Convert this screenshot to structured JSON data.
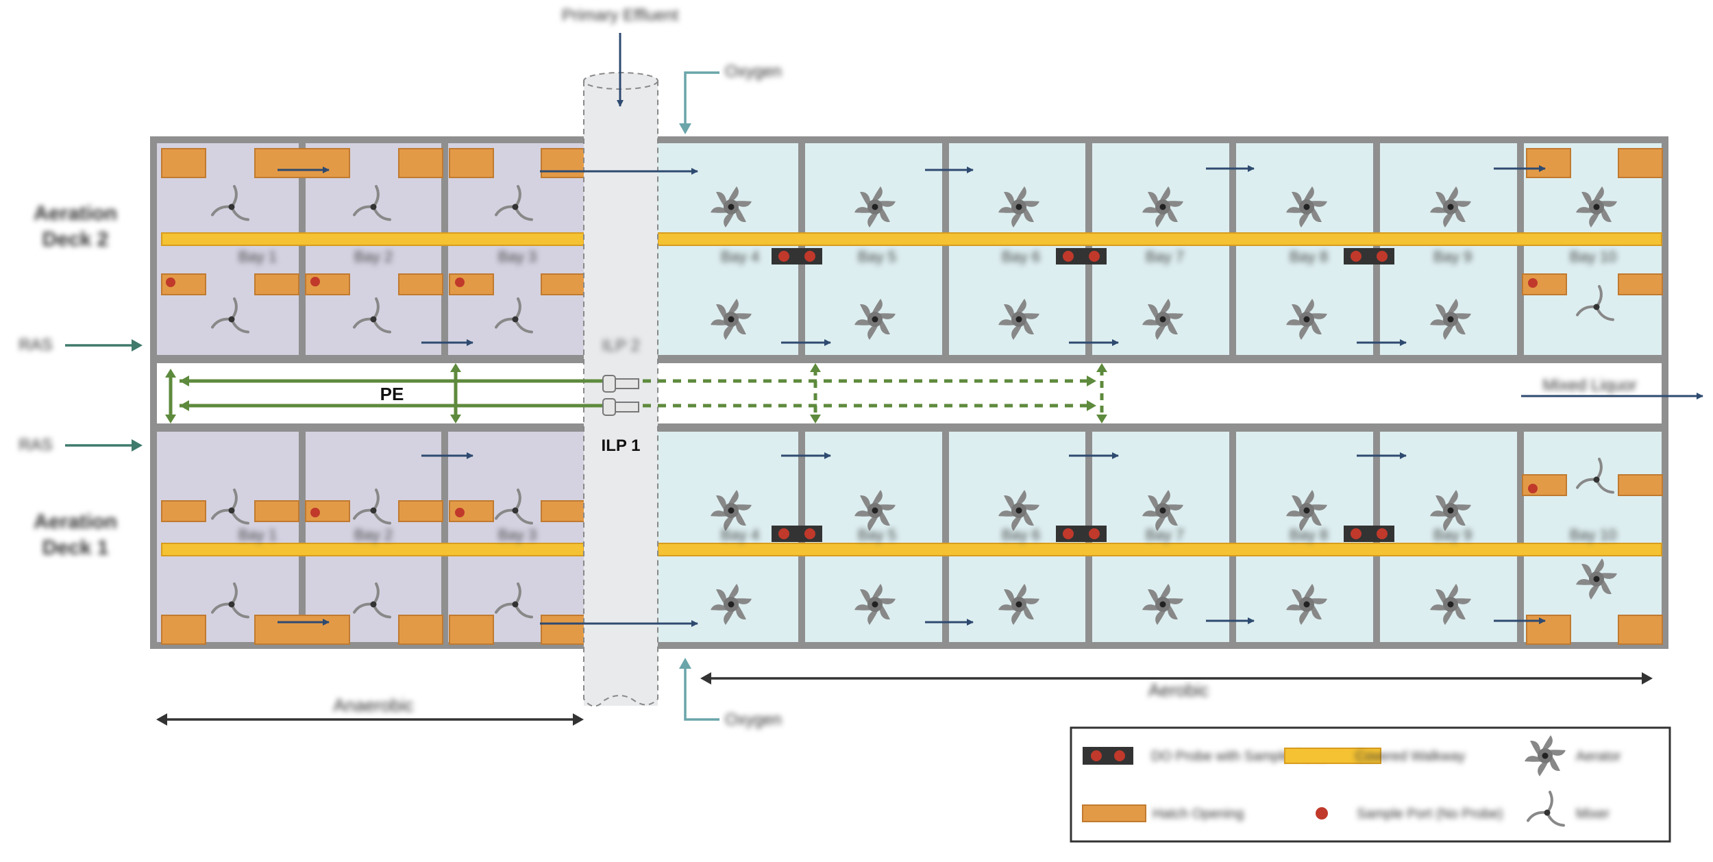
{
  "labels": {
    "top_inflow": "Primary Effluent",
    "oxygen_top": "Oxygen",
    "oxygen_bottom": "Oxygen",
    "deck2": "Aeration Deck 2",
    "deck1": "Aeration Deck 1",
    "ras_top": "RAS",
    "ras_bottom": "RAS",
    "pe": "PE",
    "ilp2": "ILP 2",
    "ilp1": "ILP 1",
    "mixed_liquor": "Mixed Liquor",
    "anaerobic": "Anaerobic",
    "aerobic": "Aerobic"
  },
  "bays": {
    "deck2_anaerobic": [
      "Bay 1",
      "Bay 2",
      "Bay 3"
    ],
    "deck2_aerobic": [
      "Bay 4",
      "Bay 5",
      "Bay 6",
      "Bay 7",
      "Bay 8",
      "Bay 9",
      "Bay 10"
    ],
    "deck1_anaerobic": [
      "Bay 1",
      "Bay 2",
      "Bay 3"
    ],
    "deck1_aerobic": [
      "Bay 4",
      "Bay 5",
      "Bay 6",
      "Bay 7",
      "Bay 8",
      "Bay 9",
      "Bay 10"
    ]
  },
  "legend": {
    "do_probes": "DO Probe with Sample Ports",
    "covered_walkway": "Covered Walkway",
    "aerator": "Aerator",
    "hatch": "Hatch Opening",
    "sample_port": "Sample Port (No Probe)",
    "mixer": "Mixer"
  },
  "colors": {
    "anaerobic_fill": "#d4d2e0",
    "aerobic_fill": "#ddeef0",
    "wall": "#8f8f8f",
    "hatch": "#e39a47",
    "walkway": "#f4c232",
    "flow_arrow": "#2e4a70",
    "ras_arrow": "#3f7a6c",
    "pe_line": "#5d8a3c",
    "oxygen_arrow": "#6aa5aa",
    "sample_dot": "#c0392b",
    "probe_body": "#333333"
  }
}
